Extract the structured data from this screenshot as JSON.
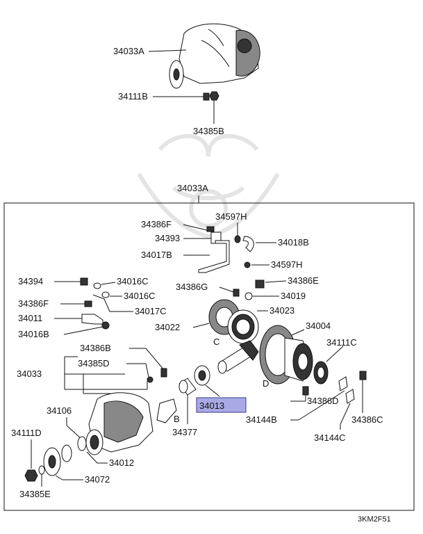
{
  "labels": {
    "p34033A_top": "34033A",
    "p34111B": "34111B",
    "p34385B": "34385B",
    "p34033A_box": "34033A",
    "p34386F_top": "34386F",
    "p34597H_top": "34597H",
    "p34393": "34393",
    "p34018B": "34018B",
    "p34017B": "34017B",
    "p34597H_bot": "34597H",
    "p34394": "34394",
    "p34016C_a": "34016C",
    "p34016C_b": "34016C",
    "p34386G": "34386G",
    "p34386E": "34386E",
    "p34019": "34019",
    "p34386F_left": "34386F",
    "p34017C": "34017C",
    "p34023": "34023",
    "p34011": "34011",
    "p34022": "34022",
    "p34016B": "34016B",
    "p34004": "34004",
    "p34386B": "34386B",
    "p34111C": "34111C",
    "p34385D": "34385D",
    "p34033": "34033",
    "p34013": "34013",
    "p34386D": "34386D",
    "p34106": "34106",
    "p34144B": "34144B",
    "p34386C": "34386C",
    "p34377": "34377",
    "p34111D": "34111D",
    "p34144C": "34144C",
    "p34012": "34012",
    "p34072": "34072",
    "p34385E": "34385E",
    "letter_C": "C",
    "letter_D": "D",
    "letter_B": "B",
    "footer_code": "3KM2F51"
  },
  "highlight_color": "#a9a9e6"
}
